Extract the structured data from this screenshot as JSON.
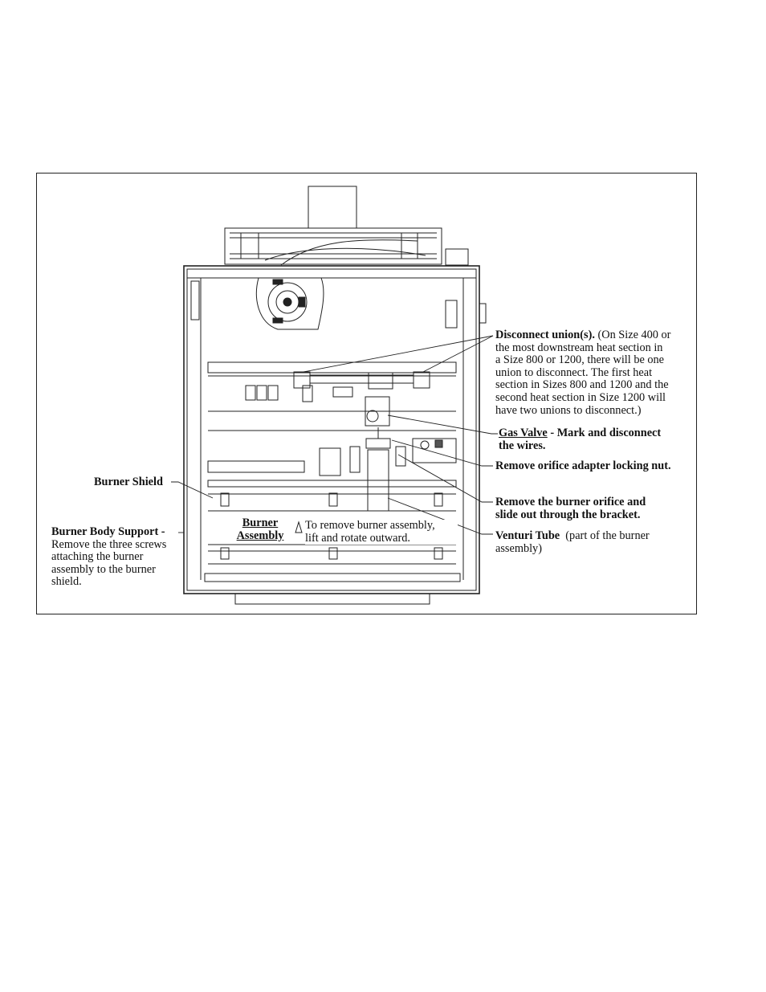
{
  "labels": {
    "disconnect_union_bold": "Disconnect union(s).",
    "disconnect_union_l1": "(On Size 400 or",
    "disconnect_union_l2": "the most downstream heat section in",
    "disconnect_union_l3": "a Size 800 or 1200, there will be one",
    "disconnect_union_l4": "union to disconnect. The first heat",
    "disconnect_union_l5": "section in Sizes 800 and 1200 and the",
    "disconnect_union_l6": "second heat section in Size 1200 will",
    "disconnect_union_l7": "have two unions to disconnect.)",
    "gas_valve_term": "Gas Valve",
    "gas_valve_rest": " - Mark and disconnect",
    "gas_valve_l2": "the wires.",
    "orifice_nut": "Remove orifice adapter locking nut.",
    "burner_orifice_l1": "Remove the burner orifice and",
    "burner_orifice_l2": "slide out through the bracket.",
    "venturi_bold": "Venturi Tube",
    "venturi_rest": "(part of the burner",
    "venturi_l2": "assembly)",
    "burner_shield": "Burner Shield",
    "body_support_bold": "Burner Body Support -",
    "body_support_l1": "Remove the three screws",
    "body_support_l2": "attaching the burner",
    "body_support_l3": "assembly to the burner",
    "body_support_l4": "shield.",
    "burner_assembly_l1": "Burner",
    "burner_assembly_l2": "Assembly",
    "remove_note_l1": "To remove burner assembly,",
    "remove_note_l2": "lift and rotate outward."
  }
}
